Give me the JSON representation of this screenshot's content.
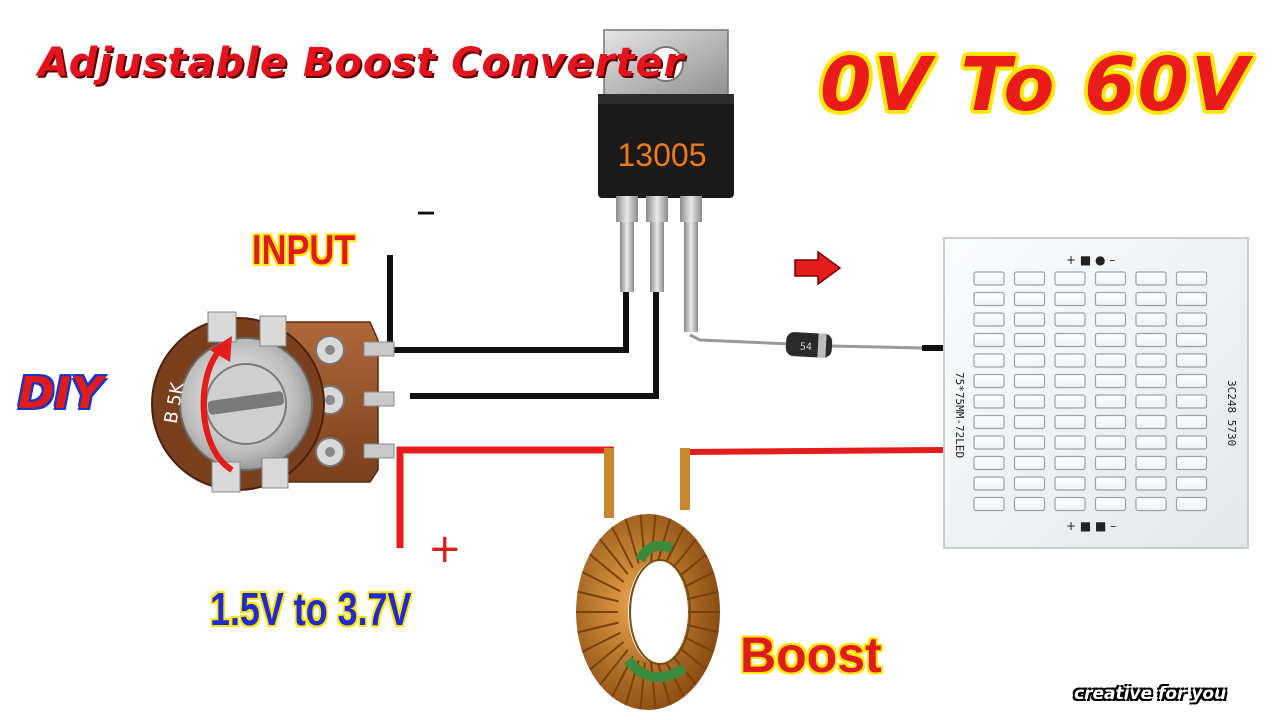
{
  "title": "Adjustable Boost Converter",
  "range_label": "0V To 60V",
  "input_label": "INPUT",
  "diy_label": "DIY",
  "input_voltage_label": "1.5V to 3.7V",
  "boost_label": "Boost",
  "credit": "creative for you",
  "transistor": {
    "marking": "13005"
  },
  "potentiometer": {
    "marking": "B 5K"
  },
  "polarity": {
    "minus": "–",
    "plus": "+"
  },
  "led_panel": {
    "rows": 12,
    "cols": 6,
    "side_left": "75*75MM-72LED",
    "side_right": "3C248 5730",
    "top_marks": "+ ■  ●  –",
    "bottom_marks": "+ ■  ■  –"
  },
  "colors": {
    "wire_red": "#e41c1c",
    "wire_black": "#111111",
    "title_red": "#e3141d",
    "highlight_yellow": "#ffe600",
    "label_blue": "#1f2bd0",
    "copper": "#c8862e",
    "transistor_body": "#1a1a1a",
    "pcb_white": "#f4f6f8"
  },
  "icons": [
    "transistor-icon",
    "potentiometer-icon",
    "diode-icon",
    "toroid-inductor-icon",
    "led-panel-icon",
    "arrow-right-icon"
  ]
}
